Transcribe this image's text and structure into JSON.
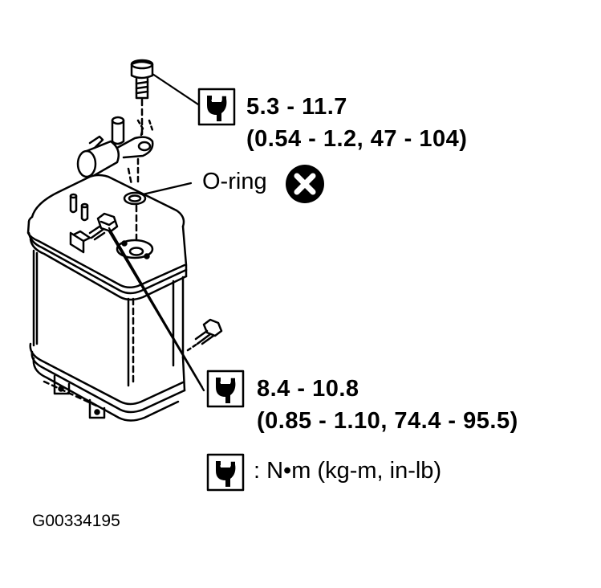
{
  "torque_top": {
    "value": "5.3 - 11.7",
    "alt_units": "(0.54 - 1.2, 47 - 104)"
  },
  "oring": {
    "label": "O-ring"
  },
  "torque_bottom": {
    "value": "8.4 - 10.8",
    "alt_units": "(0.85 - 1.10, 74.4 - 95.5)"
  },
  "legend": {
    "units": ":  N•m  (kg-m,  in-lb)"
  },
  "figure_code": "G00334195",
  "icons": [
    "torque-wrench-icon",
    "do-not-reuse-icon"
  ]
}
